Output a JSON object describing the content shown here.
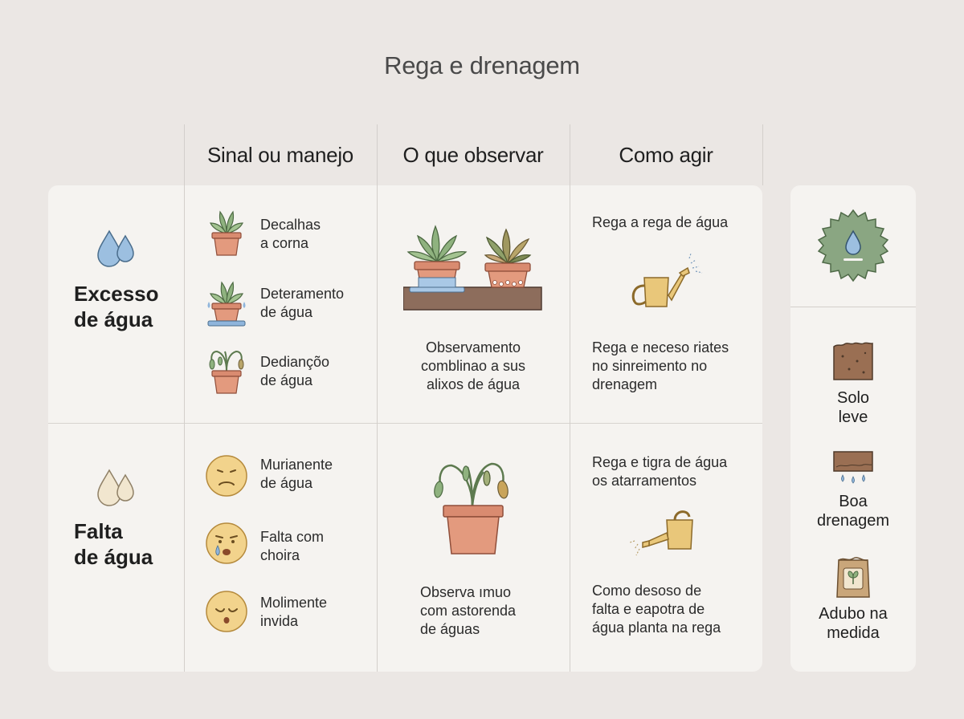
{
  "title": "Rega e drenagem",
  "columns": [
    "Sinal ou manejo",
    "O que observar",
    "Como agir"
  ],
  "rows": [
    {
      "label_line1": "Excesso",
      "label_line2": "de água",
      "signals": [
        {
          "line1": "Decalhas",
          "line2": "a corna",
          "icon": "healthy-plant-pot-icon"
        },
        {
          "line1": "Deteramento",
          "line2": "de água",
          "icon": "overflowing-pot-icon"
        },
        {
          "line1": "Dediançõo",
          "line2": "de água",
          "icon": "wilting-plant-pot-icon"
        }
      ],
      "observe": {
        "line1": "Observamento",
        "line2": "comblinao a sus",
        "line3": "alixos de água"
      },
      "action_top": "Rega a rega de água",
      "action_bottom": {
        "line1": "Rega e neceso riates",
        "line2": "no sinreimento no",
        "line3": "drenagem"
      }
    },
    {
      "label_line1": "Falta",
      "label_line2": "de água",
      "signals": [
        {
          "line1": "Murianente",
          "line2": "de água",
          "icon": "frown-face-icon"
        },
        {
          "line1": "Falta com",
          "line2": "choira",
          "icon": "crying-face-icon"
        },
        {
          "line1": "Molimente",
          "line2": "invida",
          "icon": "sleepy-face-icon"
        }
      ],
      "observe": {
        "line1": "Observa ımuo",
        "line2": "com astorenda",
        "line3": "de águas"
      },
      "action_top": {
        "line1": "Rega e tigra de água",
        "line2": "os atarramentos"
      },
      "action_bottom": {
        "line1": "Como desoso de",
        "line2": "falta e eapotra de",
        "line3": "água planta na rega"
      }
    }
  ],
  "sidebar": [
    {
      "line1": "Solo",
      "line2": "leve",
      "icon": "soil-icon"
    },
    {
      "line1": "Boa",
      "line2": "drenagem",
      "icon": "drainage-icon"
    },
    {
      "line1": "Adubo na",
      "line2": "medida",
      "icon": "fertilizer-bag-icon"
    }
  ],
  "colors": {
    "background": "#ebe7e4",
    "card": "#f5f3f0",
    "badge_green": "#8aa682",
    "pot_terracotta": "#d98b70",
    "water_blue": "#9cbfe0",
    "watering_can": "#e9c77a",
    "face_yellow": "#f2d38c"
  }
}
